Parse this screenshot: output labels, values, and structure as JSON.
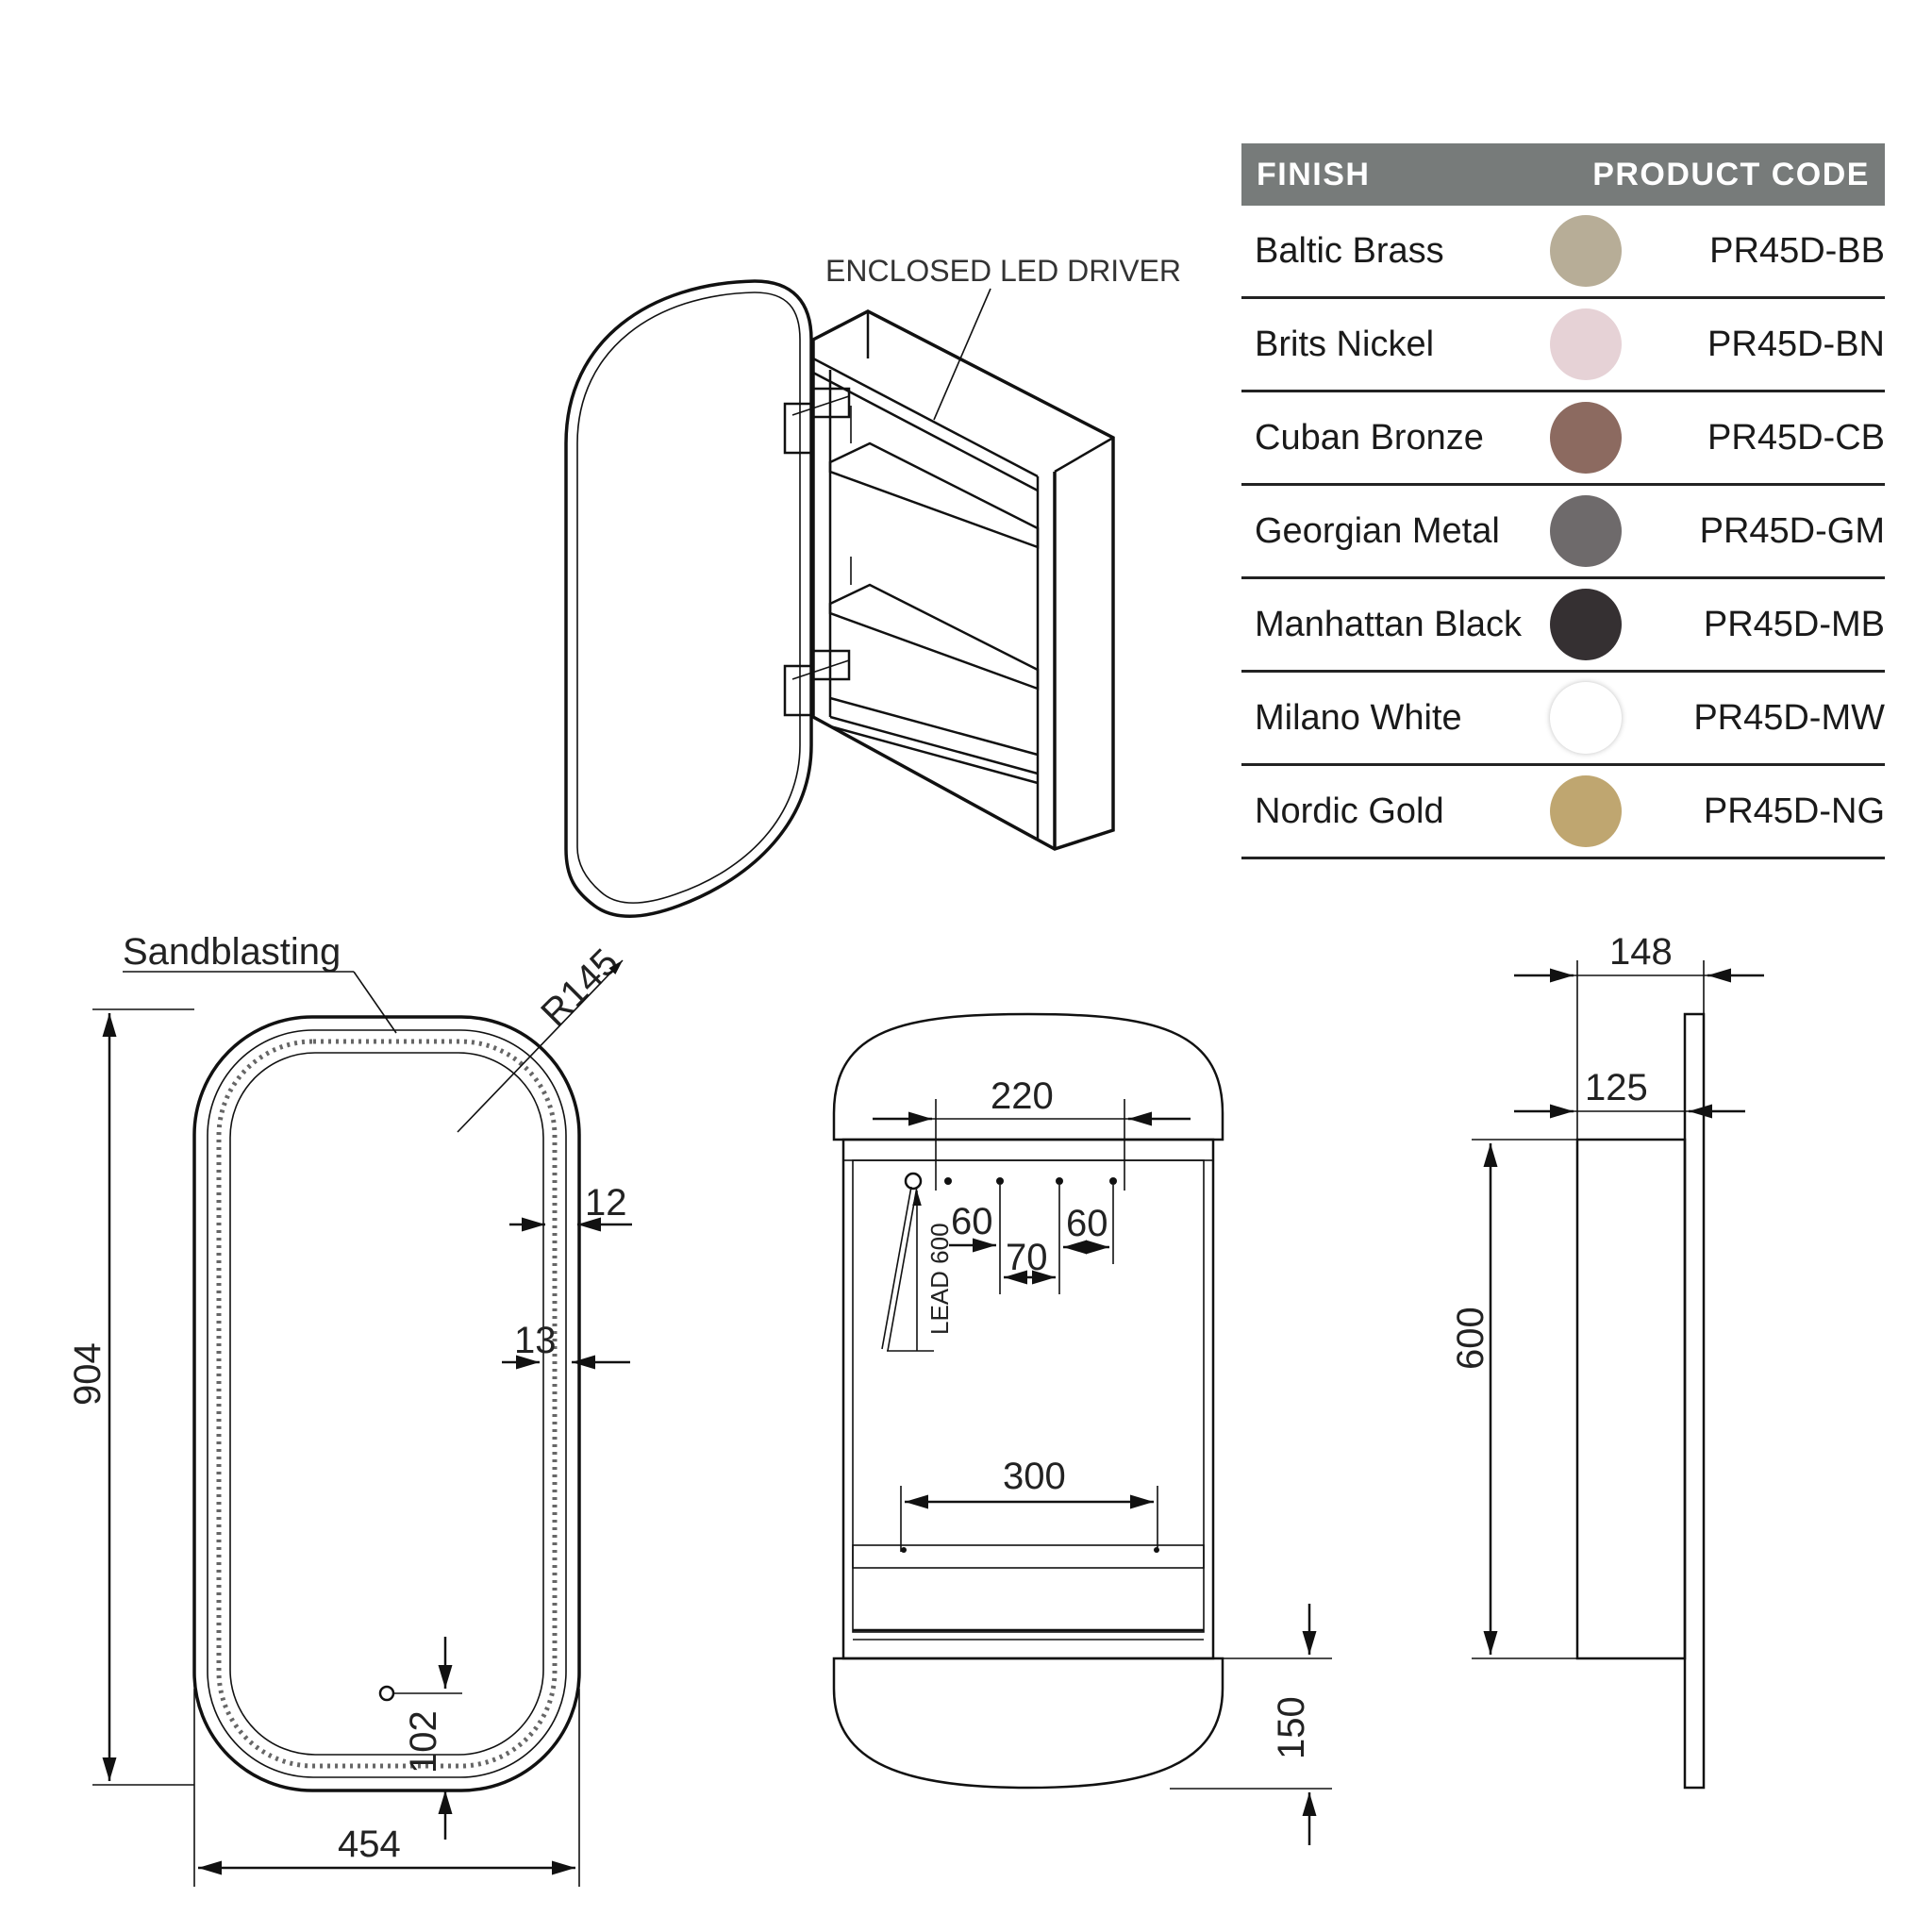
{
  "table": {
    "header": {
      "finish": "FINISH",
      "product_code": "PRODUCT CODE"
    },
    "rows": [
      {
        "finish": "Baltic Brass",
        "code": "PR45D-BB",
        "swatch": "#b7ad97"
      },
      {
        "finish": "Brits Nickel",
        "code": "PR45D-BN",
        "swatch": "#e6d2d6"
      },
      {
        "finish": "Cuban Bronze",
        "code": "PR45D-CB",
        "swatch": "#8c6a60"
      },
      {
        "finish": "Georgian Metal",
        "code": "PR45D-GM",
        "swatch": "#6e6a6b"
      },
      {
        "finish": "Manhattan Black",
        "code": "PR45D-MB",
        "swatch": "#353032"
      },
      {
        "finish": "Milano White",
        "code": "PR45D-MW",
        "swatch": "#ffffff"
      },
      {
        "finish": "Nordic Gold",
        "code": "PR45D-NG",
        "swatch": "#bfa670"
      }
    ]
  },
  "iso_view": {
    "callout": "ENCLOSED LED DRIVER"
  },
  "front_view": {
    "sandblasting": "Sandblasting",
    "radius": "R145",
    "height": "904",
    "width": "454",
    "border_outer": "12",
    "border_inner": "13",
    "sensor_offset": "102"
  },
  "interior_view": {
    "hole_span": "220",
    "spacing_left": "60",
    "spacing_mid": "70",
    "spacing_right": "60",
    "lead": "LEAD 600",
    "shelf_span": "300",
    "bottom_offset": "150"
  },
  "side_view": {
    "depth_total": "148",
    "depth_body": "125",
    "body_height": "600"
  }
}
